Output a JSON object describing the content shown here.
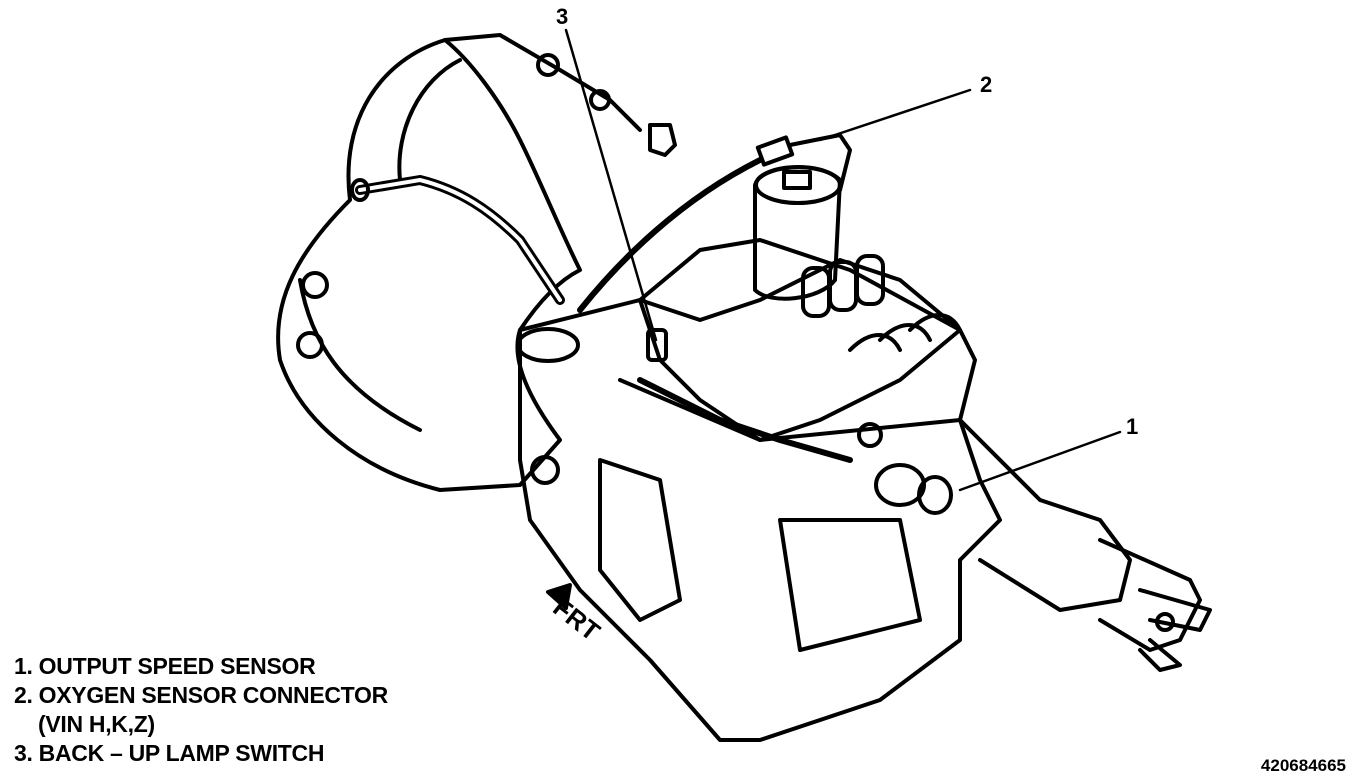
{
  "callouts": [
    {
      "number": "1"
    },
    {
      "number": "2"
    },
    {
      "number": "3"
    }
  ],
  "legend": {
    "item1": "1. OUTPUT SPEED SENSOR",
    "item2": "2. OXYGEN SENSOR CONNECTOR",
    "item2_sub": "(VIN H,K,Z)",
    "item3": "3. BACK – UP LAMP SWITCH"
  },
  "direction_label": "FRT",
  "figure_code": "420684665"
}
